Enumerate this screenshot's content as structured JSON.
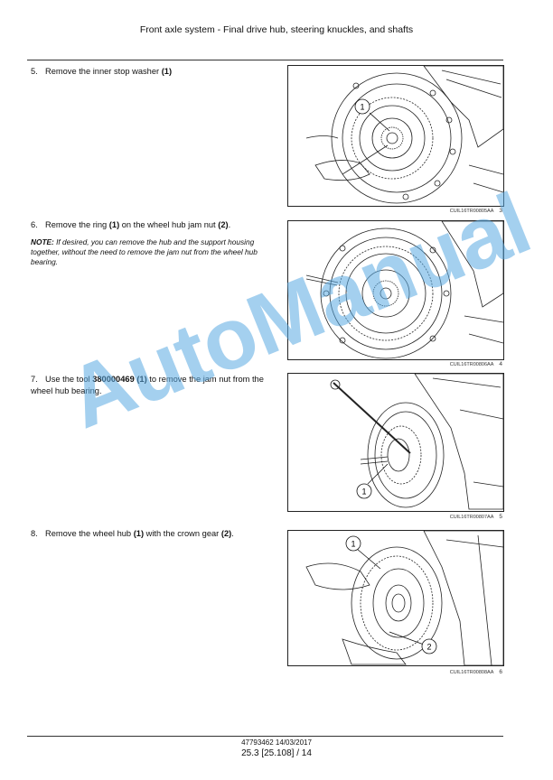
{
  "header": {
    "title": "Front axle system - Final drive hub, steering knuckles, and shafts"
  },
  "steps": [
    {
      "num": "5.",
      "pre": "Remove the inner stop washer ",
      "b1": "(1)",
      "mid": "",
      "b2": "",
      "post": ""
    },
    {
      "num": "6.",
      "pre": "Remove the ring ",
      "b1": "(1)",
      "mid": " on the wheel hub jam nut ",
      "b2": "(2)",
      "post": "."
    },
    {
      "num": "7.",
      "pre": "Use the tool ",
      "b1": "380000469 (1)",
      "mid": " to remove the jam nut from the wheel hub bearing.",
      "b2": "",
      "post": ""
    },
    {
      "num": "8.",
      "pre": "Remove the wheel hub ",
      "b1": "(1)",
      "mid": " with the crown gear ",
      "b2": "(2)",
      "post": "."
    }
  ],
  "note": {
    "label": "NOTE:",
    "text": " If desired, you can remove the hub and the support housing together, without the need to remove the jam nut from the wheel hub bearing."
  },
  "figures": [
    {
      "code": "CUIL16TR00805AA",
      "num": "3",
      "callouts": [
        "1"
      ]
    },
    {
      "code": "CUIL16TR00806AA",
      "num": "4",
      "callouts": []
    },
    {
      "code": "CUIL16TR00807AA",
      "num": "5",
      "callouts": [
        "1"
      ]
    },
    {
      "code": "CUIL16TR00808AA",
      "num": "6",
      "callouts": [
        "1",
        "2"
      ]
    }
  ],
  "watermark": "AutoManual",
  "footer": {
    "doc": "47793462 14/03/2017",
    "page": "25.3 [25.108] / 14"
  }
}
